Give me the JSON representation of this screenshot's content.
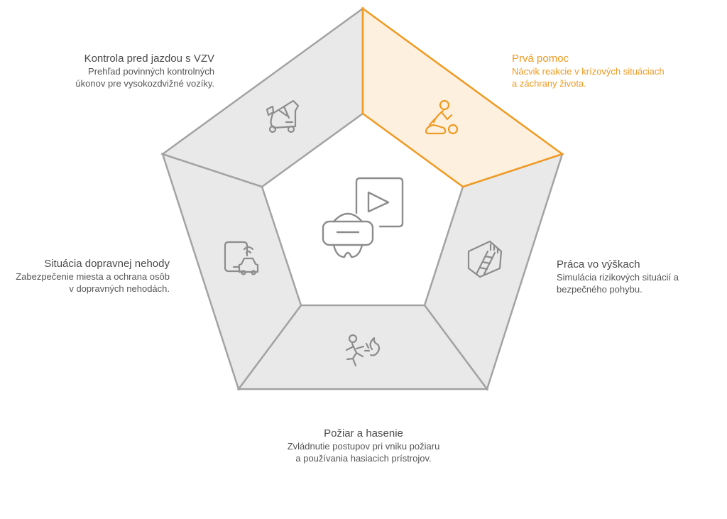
{
  "colors": {
    "segment_fill": "#e9e9e9",
    "segment_stroke": "#a3a3a3",
    "accent_fill": "#fdf0de",
    "accent_stroke": "#ef9a22",
    "icon_stroke": "#8c8c8c",
    "text": "#555555"
  },
  "segments": [
    {
      "id": "first-aid",
      "title": "Prvá pomoc",
      "description_lines": [
        "Nácvik reakcie v krízových situáciach",
        "a záchrany života."
      ],
      "icon": "first-aid-icon",
      "highlighted": true
    },
    {
      "id": "work-at-height",
      "title": "Práca vo výškach",
      "description_lines": [
        "Simulácia rizikových situácií a",
        "bezpečného pohybu."
      ],
      "icon": "ladder-icon",
      "highlighted": false
    },
    {
      "id": "fire",
      "title": "Požiar a hasenie",
      "description_lines": [
        "Zvládnutie postupov pri vniku požiaru",
        "a používania hasiacich prístrojov."
      ],
      "icon": "fire-escape-icon",
      "highlighted": false
    },
    {
      "id": "traffic-accident",
      "title": "Situácia dopravnej nehody",
      "description_lines": [
        "Zabezpečenie miesta a ochrana osôb",
        "v dopravných nehodách."
      ],
      "icon": "phone-car-icon",
      "highlighted": false
    },
    {
      "id": "forklift-check",
      "title": "Kontrola pred jazdou s VZV",
      "description_lines": [
        "Prehľad povinných kontrolných",
        "úkonov pre vysokozdvižné vozíky."
      ],
      "icon": "forklift-icon",
      "highlighted": false
    }
  ],
  "center_icon": "vr-headset-video-icon"
}
